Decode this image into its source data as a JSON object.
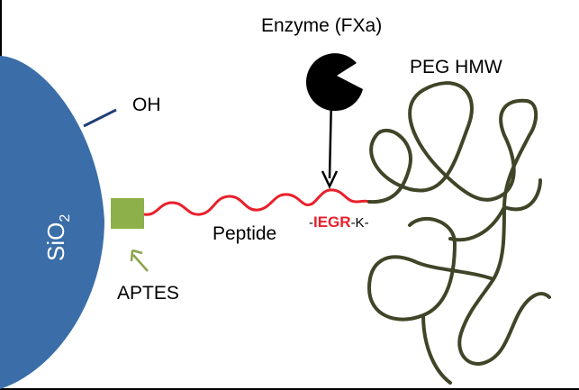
{
  "labels": {
    "enzyme": "Enzyme (FXa)",
    "peg": "PEG HMW",
    "oh": "OH",
    "sio2_main": "SiO",
    "sio2_sub": "2",
    "peptide": "Peptide",
    "aptes": "APTES",
    "seq_prefix": "-",
    "seq_cleavage": "IEGR",
    "seq_suffix": "-K-"
  },
  "colors": {
    "substrate": "#3b6ea8",
    "oh_line": "#1f3f73",
    "aptes": "#8db04a",
    "aptes_arrow": "#8aa34a",
    "peptide": "#e8202a",
    "peg": "#3f4527",
    "enzyme": "#000000",
    "arrow": "#000000",
    "frame": "#000000"
  }
}
